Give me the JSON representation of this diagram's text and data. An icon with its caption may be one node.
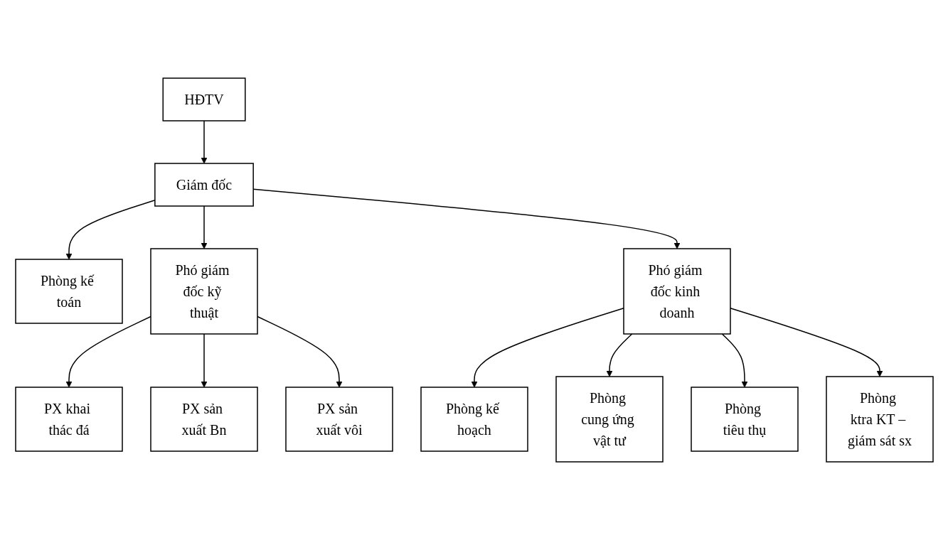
{
  "diagram": {
    "nodes": [
      {
        "text": [
          "HĐTV"
        ]
      },
      {
        "text": [
          "Giám đốc"
        ]
      },
      {
        "text": [
          "Phòng kế toán"
        ]
      },
      {
        "text": [
          "Phó giám đốc kỹ thuật"
        ]
      },
      {
        "text": [
          "Phó giám đốc kinh doanh"
        ]
      },
      {
        "text": [
          "PX khai thác đá"
        ]
      },
      {
        "text": [
          "PX sản xuất Bn"
        ]
      },
      {
        "text": [
          "PX sản xuất vôi"
        ]
      },
      {
        "text": [
          "Phòng kế hoạch"
        ]
      },
      {
        "text": [
          "Phòng cung ứng vật tư"
        ]
      },
      {
        "text": [
          "Phòng tiêu thụ"
        ]
      },
      {
        "text": [
          "Phòng ktra KT – giám sát sx"
        ]
      }
    ],
    "edges": [
      {
        "from": 0,
        "to": 1,
        "arrow": "to"
      },
      {
        "from": 1,
        "to": 2,
        "arrow": "to"
      },
      {
        "from": 1,
        "to": 3,
        "arrow": "to"
      },
      {
        "from": 1,
        "to": 4,
        "arrow": "to"
      },
      {
        "from": 3,
        "to": 5,
        "arrow": "to"
      },
      {
        "from": 3,
        "to": 6,
        "arrow": "to"
      },
      {
        "from": 3,
        "to": 7,
        "arrow": "to"
      },
      {
        "from": 4,
        "to": 8,
        "arrow": "to"
      },
      {
        "from": 4,
        "to": 9,
        "arrow": "to"
      },
      {
        "from": 4,
        "to": 10,
        "arrow": "to"
      },
      {
        "from": 4,
        "to": 11,
        "arrow": "to"
      }
    ]
  }
}
